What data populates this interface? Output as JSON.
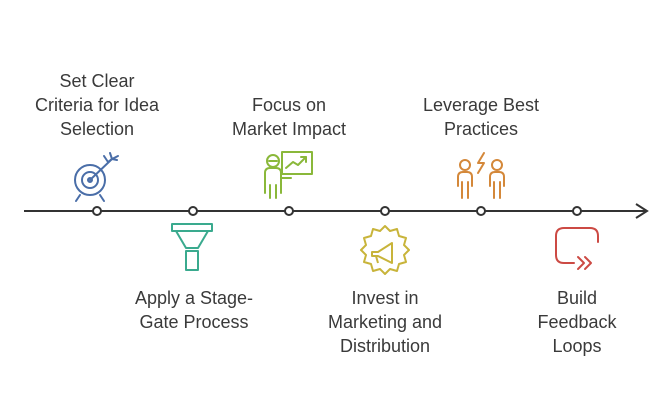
{
  "timeline": {
    "steps": [
      {
        "label": "Set Clear\nCriteria for Idea\nSelection",
        "icon": "target-icon",
        "color": "#4a6ea8"
      },
      {
        "label": "Apply a Stage-\nGate Process",
        "icon": "funnel-icon",
        "color": "#3aaa8e"
      },
      {
        "label": "Focus on\nMarket Impact",
        "icon": "presenter-chart-icon",
        "color": "#8ab83a"
      },
      {
        "label": "Invest in\nMarketing and\nDistribution",
        "icon": "megaphone-icon",
        "color": "#c8b43a"
      },
      {
        "label": "Leverage Best\nPractices",
        "icon": "people-exchange-icon",
        "color": "#d4883a"
      },
      {
        "label": "Build Feedback\nLoops",
        "icon": "loop-arrow-icon",
        "color": "#cc4a44"
      }
    ]
  }
}
